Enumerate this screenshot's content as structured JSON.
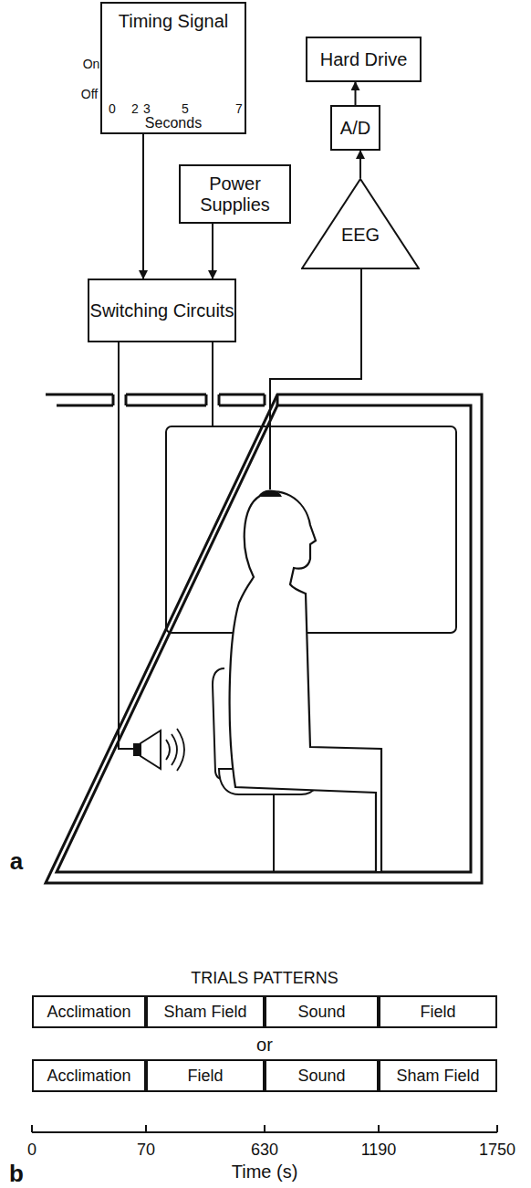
{
  "diagram": {
    "nodes": [
      {
        "text": [
          "Timing Signal"
        ]
      },
      {
        "text": [
          "Hard Drive"
        ]
      },
      {
        "text": [
          "A/D"
        ]
      },
      {
        "text": [
          "Power Supplies"
        ]
      },
      {
        "text": [
          "EEG"
        ]
      },
      {
        "text": [
          "Switching Circuits"
        ]
      },
      {
        "text": [
          "Acclimation"
        ]
      },
      {
        "text": [
          "Sham Field"
        ]
      },
      {
        "text": [
          "Sound"
        ]
      },
      {
        "text": [
          "Field"
        ]
      },
      {
        "text": [
          "Acclimation"
        ]
      },
      {
        "text": [
          "Field"
        ]
      },
      {
        "text": [
          "Sound"
        ]
      },
      {
        "text": [
          "Sham Field"
        ]
      }
    ],
    "edges": [
      {
        "from": 0,
        "to": 5,
        "arrow": "to"
      },
      {
        "from": 3,
        "to": 5,
        "arrow": "to"
      },
      {
        "from": 4,
        "to": 2,
        "arrow": "to"
      },
      {
        "from": 2,
        "to": 1,
        "arrow": "to"
      }
    ],
    "labels": [
      "On",
      "Off",
      "0",
      "2",
      "3",
      "5",
      "7",
      "Seconds",
      "a",
      "TRIALS PATTERNS",
      "or",
      "0",
      "70",
      "630",
      "1190",
      "1750",
      "Time (s)",
      "b"
    ]
  }
}
